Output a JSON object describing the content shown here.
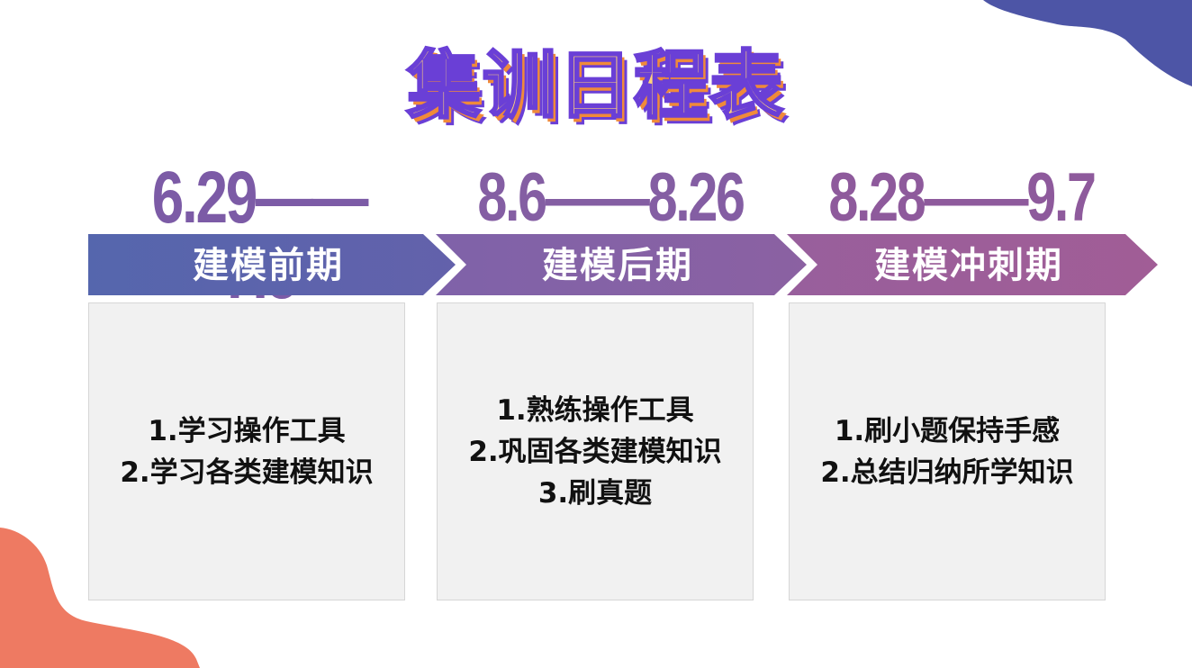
{
  "title": "集训日程表",
  "colors": {
    "phase1": "#5a63ad",
    "phase2": "#8563a8",
    "phase3": "#9e5e98",
    "blob_top_right": "#4d55a6",
    "blob_bottom_left": "#ee7a62"
  },
  "phases": [
    {
      "date": "6.29——7.5",
      "label": "建模前期",
      "items": [
        "1.学习操作工具",
        "2.学习各类建模知识"
      ]
    },
    {
      "date": "8.6——8.26",
      "label": "建模后期",
      "items": [
        "1.熟练操作工具",
        "2.巩固各类建模知识",
        "3.刷真题"
      ]
    },
    {
      "date": "8.28——9.7",
      "label": "建模冲刺期",
      "items": [
        "1.刷小题保持手感",
        "2.总结归纳所学知识"
      ]
    }
  ]
}
